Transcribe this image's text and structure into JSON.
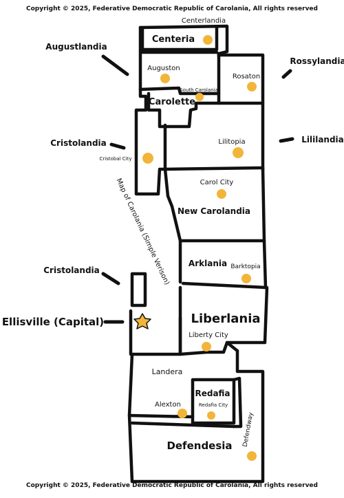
{
  "copyright_top": "Copyright © 2025, Federative Democratic Republic of Carolania, All rights reserved",
  "copyright_bottom": "Copyright © 2025, Federative Democratic Republic of Carolania, All rights reserved",
  "map_title": "Map of Carolania (Simple Verison)",
  "neighbors": {
    "augustlandia": "Augustlandia",
    "rossylandia": "Rossylandia",
    "cristolandia_north": "Cristolandia",
    "lililandia": "Lililandia",
    "cristolandia_south": "Cristolandia"
  },
  "capital": "Ellisville (Capital)",
  "regions": {
    "centerlandia": "Centerlandia",
    "centeria": "Centeria",
    "auguston": "Auguston",
    "rosaton": "Rosaton",
    "south_carolania": "South Carolania",
    "carolette": "Carolette",
    "lilitopia": "Lilitopia",
    "cristobal_city": "Cristobal City",
    "carol_city": "Carol City",
    "new_carolandia": "New Carolandia",
    "arklania": "Arklania",
    "barktopia": "Barktopia",
    "liberlania": "Liberlania",
    "liberty_city": "Liberty City",
    "landera": "Landera",
    "redafia": "Redafia",
    "redafia_city": "Redafia City",
    "alexton": "Alexton",
    "defendway": "Defendway",
    "defendesia": "Defendesia"
  },
  "colors": {
    "border": "#111111",
    "city_dot": "#f2b53a",
    "capital_star": "#f2b53a"
  }
}
